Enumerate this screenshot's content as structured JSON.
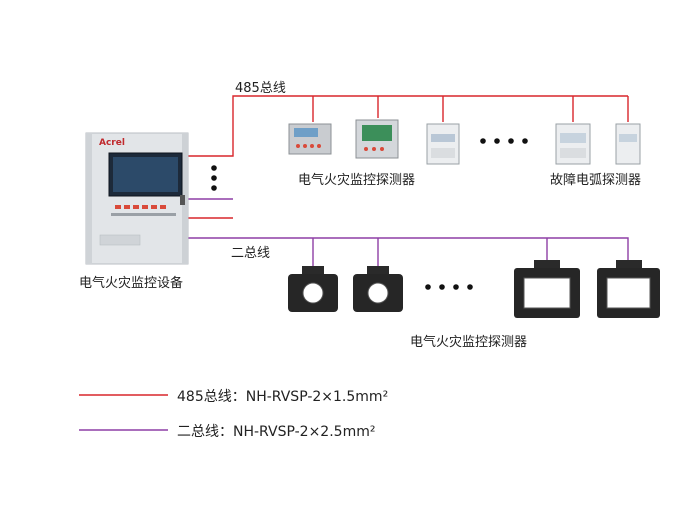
{
  "bus485_label": "485总线",
  "bus2_label": "二总线",
  "controller_label": "电气火灾监控设备",
  "controller_brand": "Acrel",
  "detectors_485_label": "电气火灾监控探测器",
  "arc_detectors_label": "故障电弧探测器",
  "detectors_2bus_label": "电气火灾监控探测器",
  "legend": [
    {
      "label": "485总线：NH-RVSP-2×1.5mm²",
      "color": "#d9262c"
    },
    {
      "label": "二总线：NH-RVSP-2×2.5mm²",
      "color": "#8e3fa6"
    }
  ],
  "colors": {
    "bus485": "#d9262c",
    "bus2": "#8e3fa6",
    "cabinet": "#dfe2e5",
    "screen": "#1d2a3a"
  }
}
